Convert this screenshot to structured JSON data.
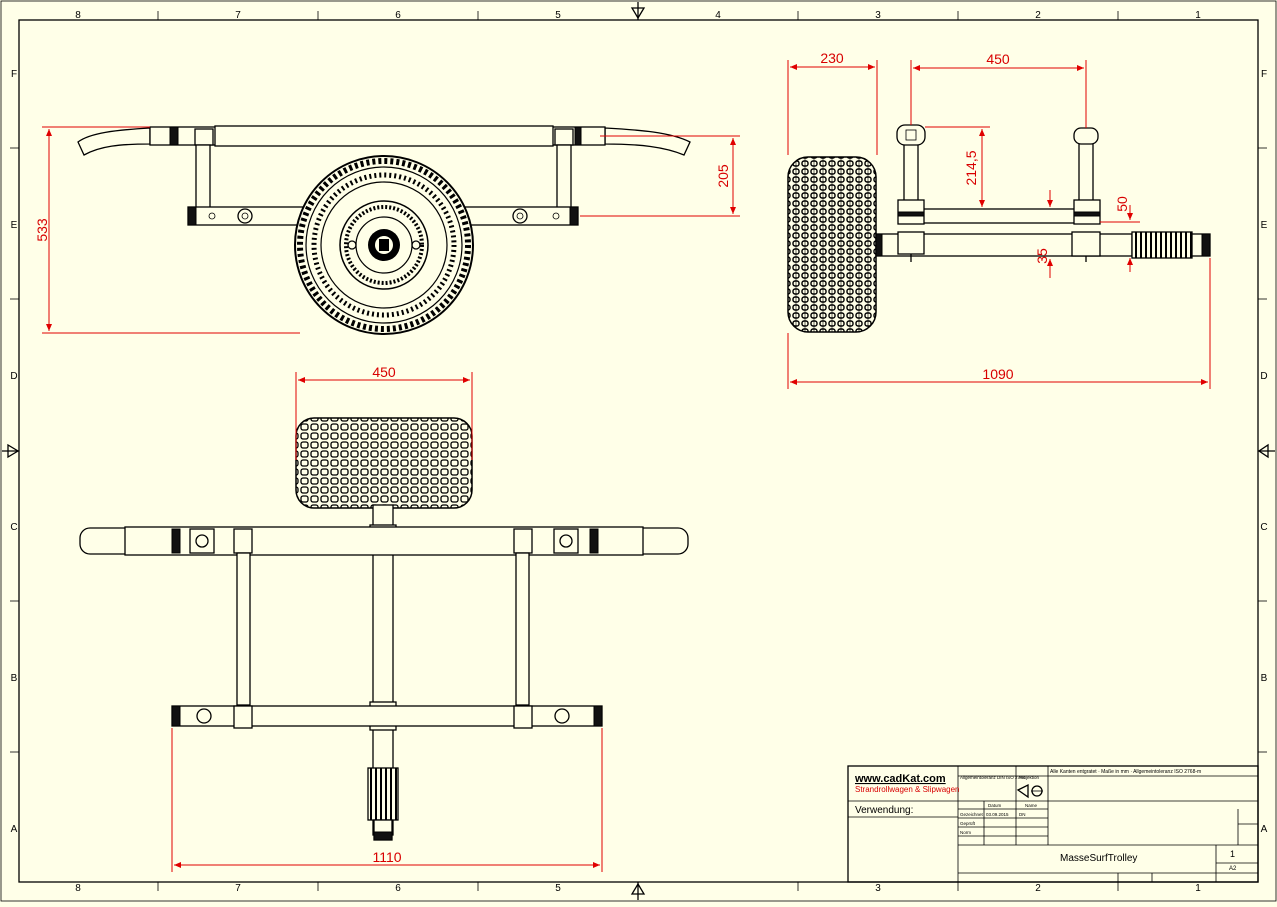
{
  "sheet": {
    "zones_top": [
      "8",
      "7",
      "6",
      "5",
      "4",
      "3",
      "2",
      "1"
    ],
    "zones_side": [
      "F",
      "E",
      "D",
      "C",
      "B",
      "A"
    ]
  },
  "dimensions": {
    "side_height": "533",
    "side_bar_height": "205",
    "end_wheel_width": "230",
    "end_span": "450",
    "end_tube_height": "214,5",
    "end_offset_50": "50",
    "end_offset_35": "35",
    "end_length": "1090",
    "top_wheel_width": "450",
    "top_length": "1110"
  },
  "title_block": {
    "company": "www.cadKat.com",
    "tagline": "Strandrollwagen & Slipwagen",
    "usage_label": "Verwendung:",
    "notes": "Alle Kanten entgratet · Maße in mm · Allgemeintoleranz ISO 2768-m",
    "tolerance": "Allgemeintoleranz DIN ISO 2768",
    "projection": "Projektion",
    "date_label": "Datum",
    "name_label": "Name",
    "drawn": "Gezeichnet",
    "date": "03.09.2015",
    "name": "DN",
    "checked": "Geprüft",
    "norm": "Norm",
    "title": "MasseSurfTrolley",
    "sheet_no": "1",
    "format": "A2"
  },
  "colors": {
    "paper": "#ffffe8",
    "dimension": "#d80000",
    "line": "#000000"
  }
}
